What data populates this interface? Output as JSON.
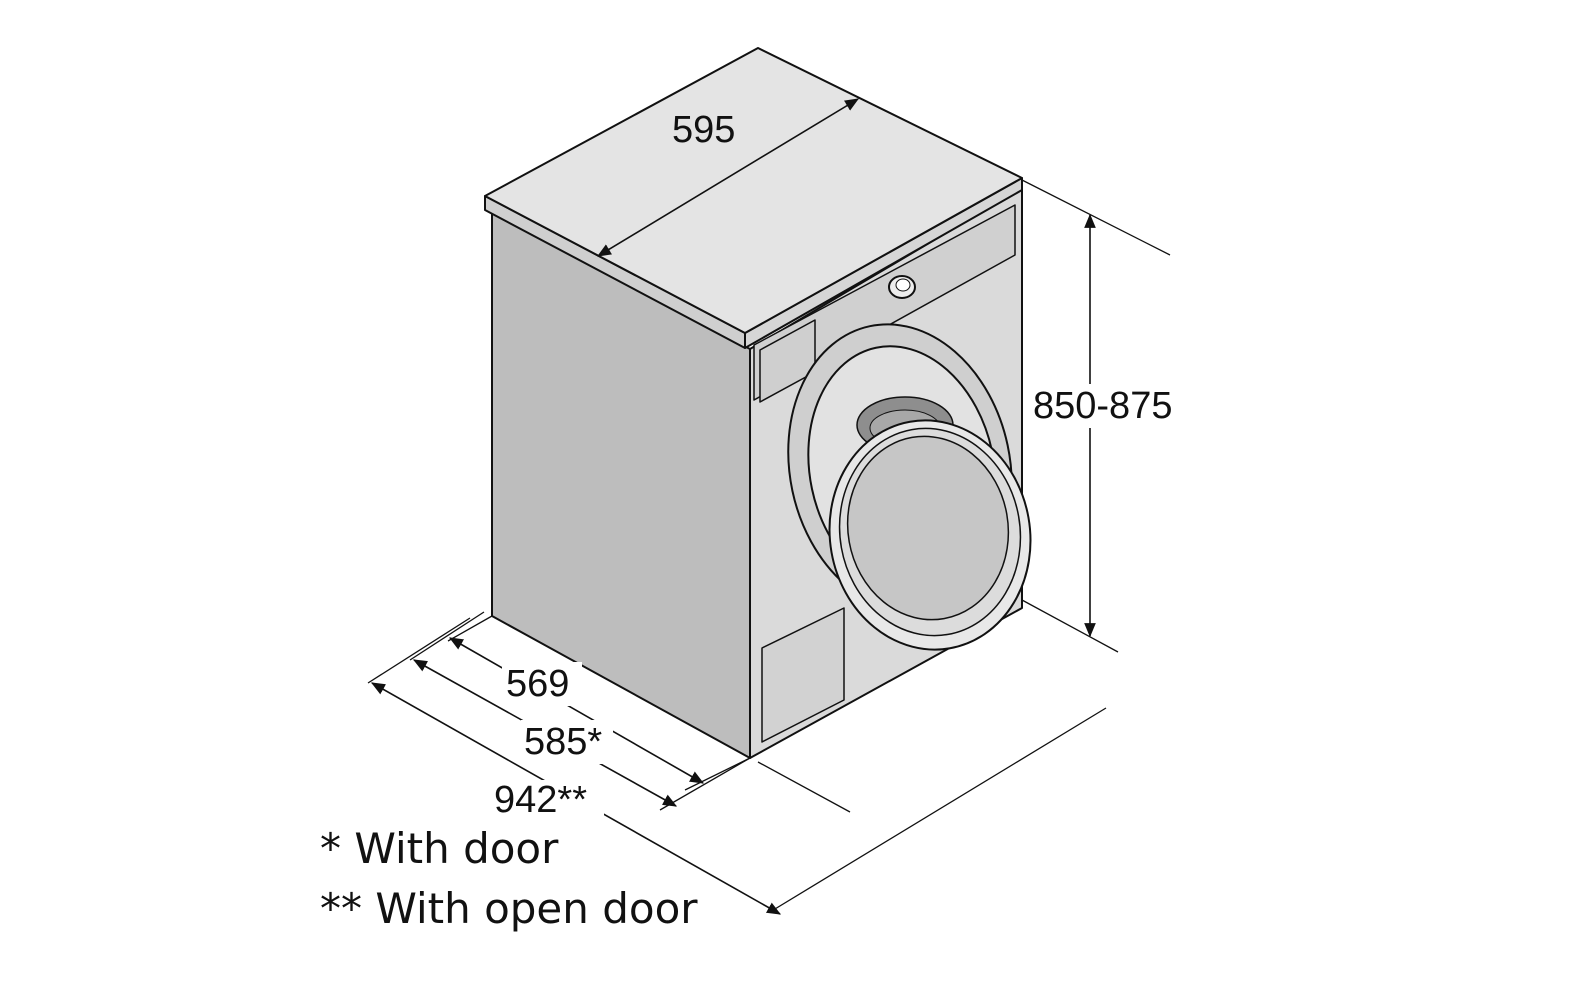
{
  "diagram": {
    "dimensions": {
      "width": "595",
      "height": "850-875",
      "depth": "569",
      "depth_with_door": "585*",
      "depth_open_door": "942**"
    },
    "notes": {
      "with_door": "* With door",
      "with_open_door": "** With open door"
    },
    "colors": {
      "line": "#111111",
      "side_panel": "#bdbdbd",
      "front_panel": "#dadada",
      "top_panel": "#e4e4e4",
      "door_glass": "#c6c6c6"
    }
  }
}
